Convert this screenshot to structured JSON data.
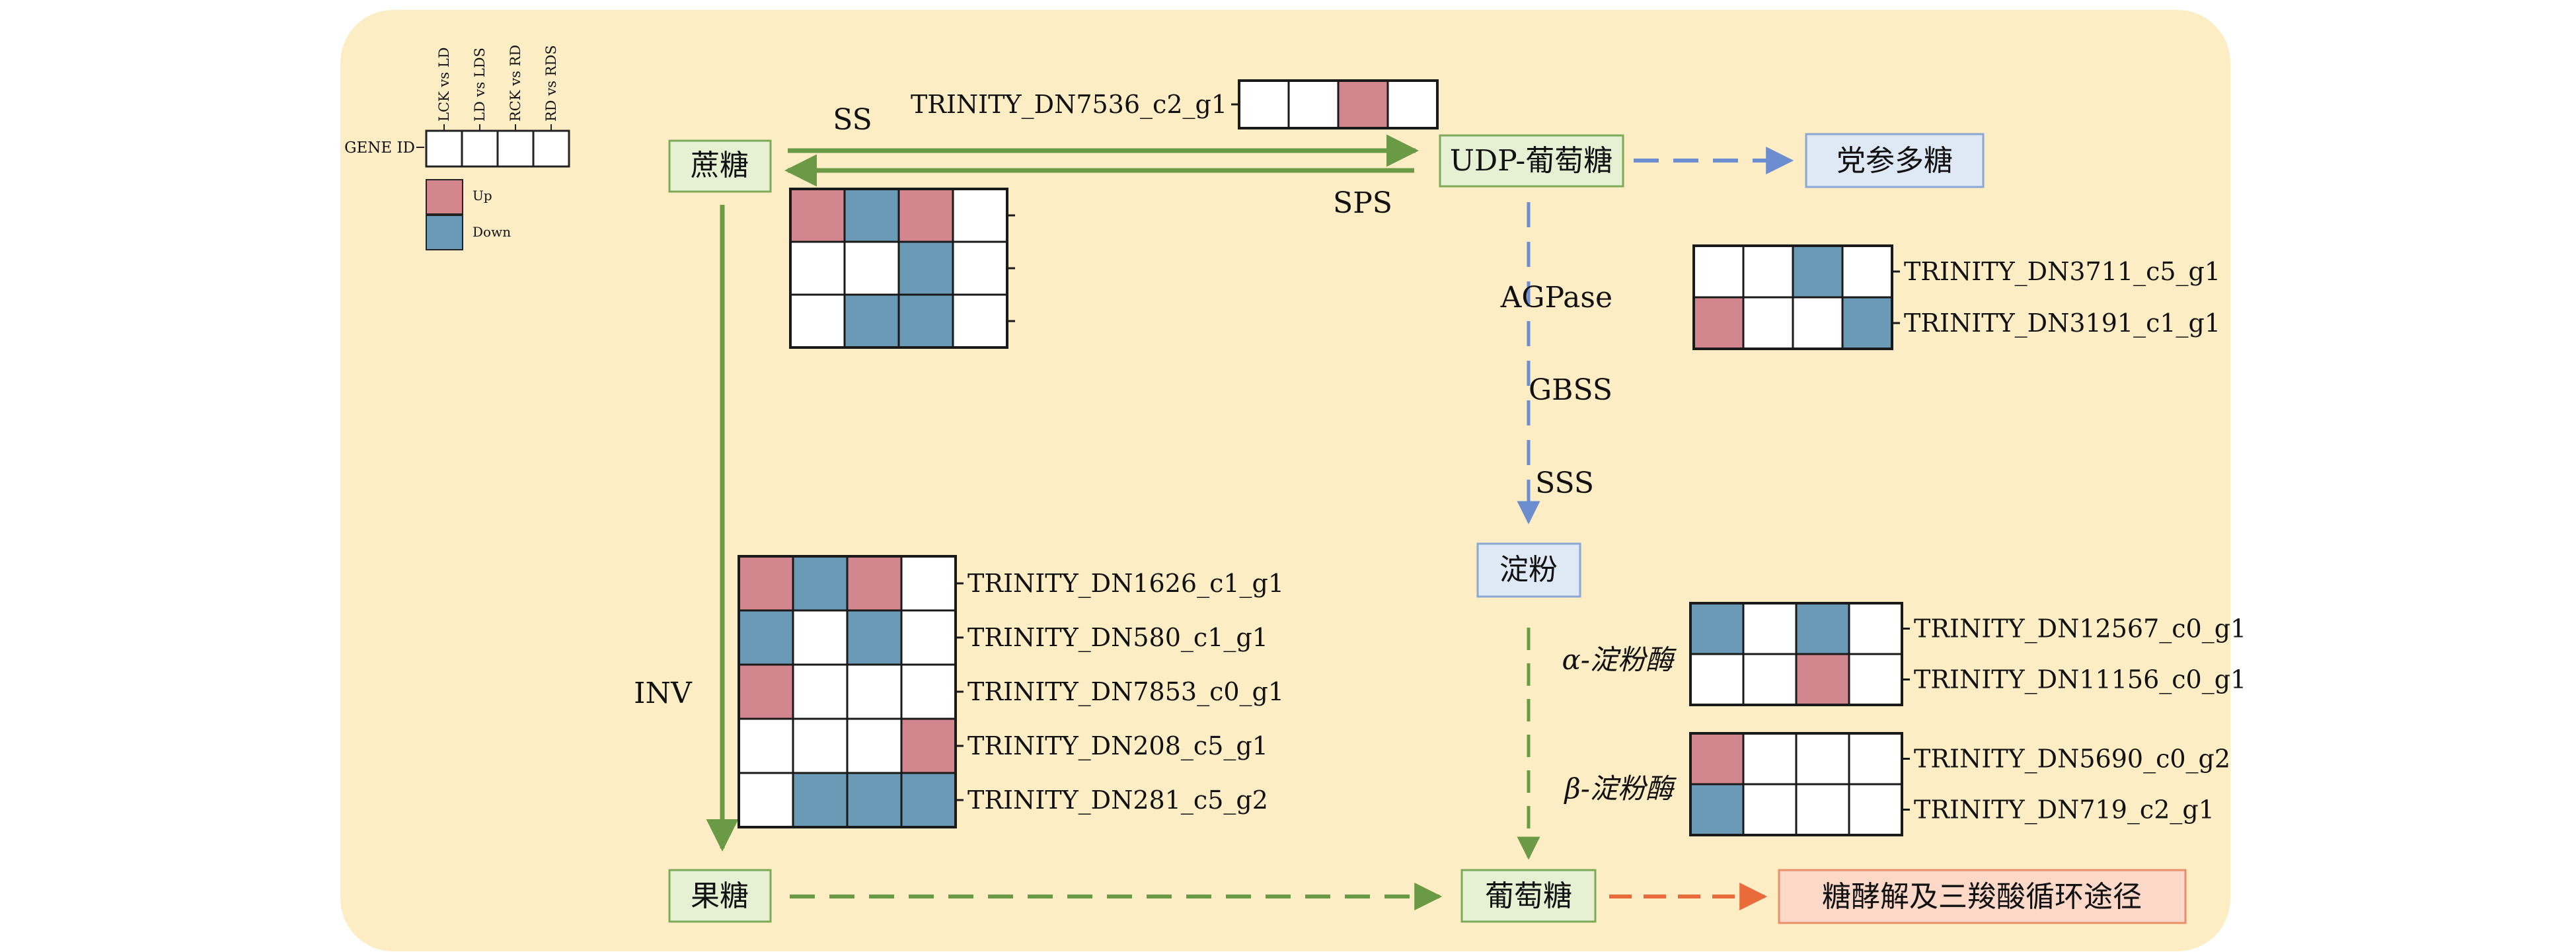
{
  "colors": {
    "background": "#FDEDC4",
    "up": "#D4868E",
    "down": "#6A9AB6",
    "none": "#FFFFFF",
    "green": "#6A9A45",
    "blue": "#6C8ED0",
    "orange": "#E96A3A"
  },
  "legend": {
    "columns": [
      "LCK vs LD",
      "LD vs LDS",
      "RCK vs RD",
      "RD vs RDS"
    ],
    "gene_id_label": "GENE ID",
    "up_label": "Up",
    "down_label": "Down"
  },
  "nodes": {
    "sucrose": "蔗糖",
    "udp_glucose": "UDP-葡萄糖",
    "codonopsis_polysaccharide": "党参多糖",
    "starch": "淀粉",
    "fructose": "果糖",
    "glucose": "葡萄糖",
    "glycolysis_tca": "糖酵解及三羧酸循环途径"
  },
  "enzymes": {
    "ss": "SS",
    "sps": "SPS",
    "inv": "INV",
    "agpase": "AGPase",
    "gbss": "GBSS",
    "sss": "SSS",
    "alpha_amylase": "α-淀粉酶",
    "beta_amylase": "β-淀粉酶"
  },
  "heatmaps": {
    "ss": [
      {
        "gene": "TRINITY_DN7536_c2_g1",
        "cells": [
          "none",
          "none",
          "up",
          "none"
        ]
      }
    ],
    "sps": [
      {
        "gene": "",
        "cells": [
          "up",
          "down",
          "up",
          "none"
        ]
      },
      {
        "gene": "",
        "cells": [
          "none",
          "none",
          "down",
          "none"
        ]
      },
      {
        "gene": "",
        "cells": [
          "none",
          "down",
          "down",
          "none"
        ]
      }
    ],
    "agpase": [
      {
        "gene": "TRINITY_DN3711_c5_g1",
        "cells": [
          "none",
          "none",
          "down",
          "none"
        ]
      },
      {
        "gene": "TRINITY_DN3191_c1_g1",
        "cells": [
          "up",
          "none",
          "none",
          "down"
        ]
      }
    ],
    "inv": [
      {
        "gene": "TRINITY_DN1626_c1_g1",
        "cells": [
          "up",
          "down",
          "up",
          "none"
        ]
      },
      {
        "gene": "TRINITY_DN580_c1_g1",
        "cells": [
          "down",
          "none",
          "down",
          "none"
        ]
      },
      {
        "gene": "TRINITY_DN7853_c0_g1",
        "cells": [
          "up",
          "none",
          "none",
          "none"
        ]
      },
      {
        "gene": "TRINITY_DN208_c5_g1",
        "cells": [
          "none",
          "none",
          "none",
          "up"
        ]
      },
      {
        "gene": "TRINITY_DN281_c5_g2",
        "cells": [
          "none",
          "down",
          "down",
          "down"
        ]
      }
    ],
    "alpha": [
      {
        "gene": "TRINITY_DN12567_c0_g1",
        "cells": [
          "down",
          "none",
          "down",
          "none"
        ]
      },
      {
        "gene": "TRINITY_DN11156_c0_g1",
        "cells": [
          "none",
          "none",
          "up",
          "none"
        ]
      }
    ],
    "beta": [
      {
        "gene": "TRINITY_DN5690_c0_g2",
        "cells": [
          "up",
          "none",
          "none",
          "none"
        ]
      },
      {
        "gene": "TRINITY_DN719_c2_g1",
        "cells": [
          "down",
          "none",
          "none",
          "none"
        ]
      }
    ]
  }
}
